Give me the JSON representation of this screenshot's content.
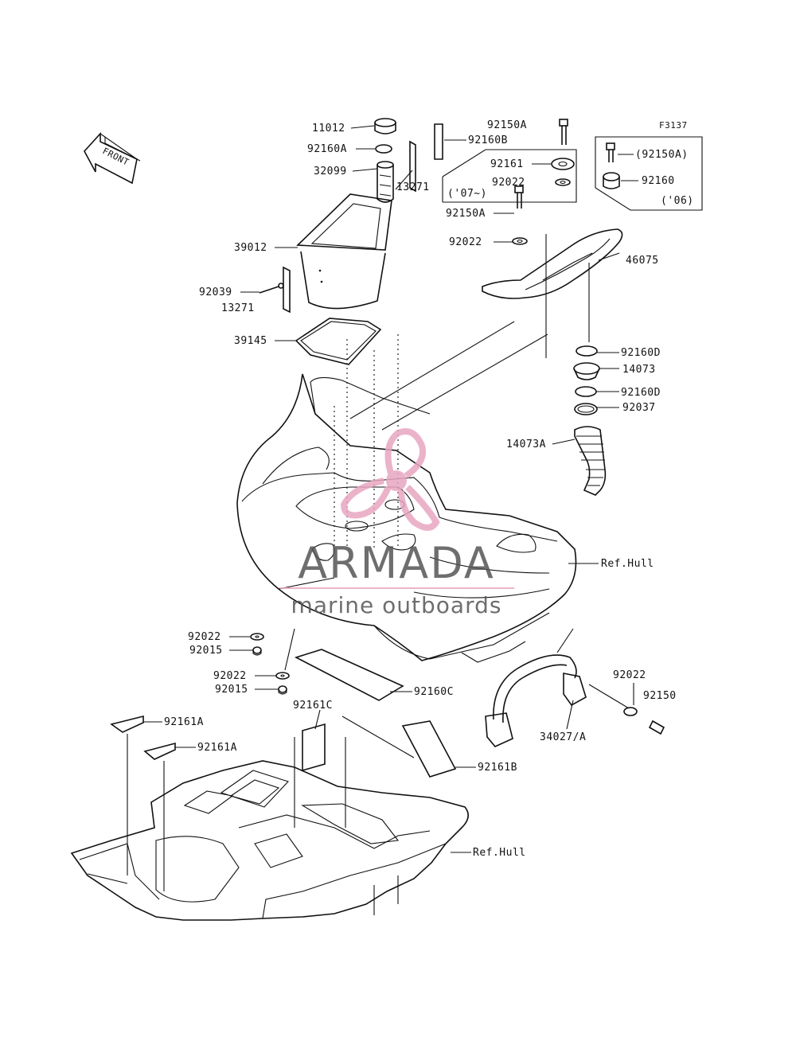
{
  "diagram": {
    "code": "F3137",
    "front_label": "FRONT",
    "parts": [
      {
        "id": "p11012",
        "label": "11012"
      },
      {
        "id": "p92160a_top",
        "label": "92160A"
      },
      {
        "id": "p32099",
        "label": "32099"
      },
      {
        "id": "p13271_top",
        "label": "13271"
      },
      {
        "id": "p39012",
        "label": "39012"
      },
      {
        "id": "p92039",
        "label": "92039"
      },
      {
        "id": "p13271_low",
        "label": "13271"
      },
      {
        "id": "p39145",
        "label": "39145"
      },
      {
        "id": "p92150a",
        "label": "92150A"
      },
      {
        "id": "p92160b",
        "label": "92160B"
      },
      {
        "id": "p92161",
        "label": "92161"
      },
      {
        "id": "p92022_07",
        "label": "92022"
      },
      {
        "id": "p07",
        "label": "('07~)"
      },
      {
        "id": "p92150a_2",
        "label": "92150A"
      },
      {
        "id": "p92022_b",
        "label": "92022"
      },
      {
        "id": "p46075",
        "label": "46075"
      },
      {
        "id": "p92160d_1",
        "label": "92160D"
      },
      {
        "id": "p14073",
        "label": "14073"
      },
      {
        "id": "p92160d_2",
        "label": "92160D"
      },
      {
        "id": "p92037",
        "label": "92037"
      },
      {
        "id": "p14073a",
        "label": "14073A"
      },
      {
        "id": "refhull1",
        "label": "Ref.Hull"
      },
      {
        "id": "p92022_c",
        "label": "92022"
      },
      {
        "id": "p92015_a",
        "label": "92015"
      },
      {
        "id": "p92022_d",
        "label": "92022"
      },
      {
        "id": "p92015_b",
        "label": "92015"
      },
      {
        "id": "p92160c",
        "label": "92160C"
      },
      {
        "id": "p92161c",
        "label": "92161C"
      },
      {
        "id": "p92161a_1",
        "label": "92161A"
      },
      {
        "id": "p92161a_2",
        "label": "92161A"
      },
      {
        "id": "p92161b",
        "label": "92161B"
      },
      {
        "id": "refhull2",
        "label": "Ref.Hull"
      },
      {
        "id": "p92022_e",
        "label": "92022"
      },
      {
        "id": "p92150",
        "label": "92150"
      },
      {
        "id": "p34027",
        "label": "34027/A"
      }
    ],
    "inset": {
      "bolt_label": "(92150A)",
      "spacer_label": "92160",
      "year_label": "('06)"
    }
  },
  "watermark": {
    "brand": "ARMADA",
    "tagline": "marine outboards",
    "brand_color": "#555555",
    "logo_color": "#e8a6c0"
  }
}
